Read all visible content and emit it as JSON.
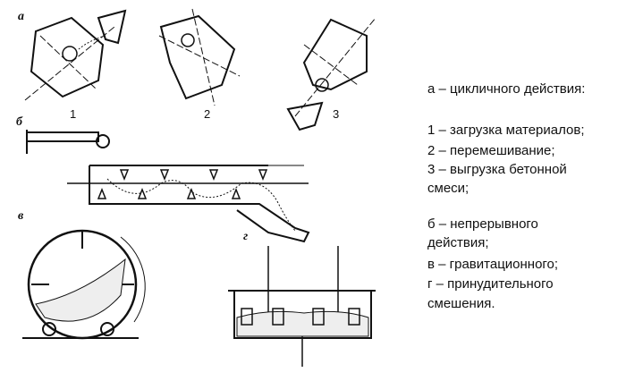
{
  "diagram_labels": {
    "a": "а",
    "b": "б",
    "v": "в",
    "g": "г",
    "n1": "1",
    "n2": "2",
    "n3": "3"
  },
  "legend": [
    "а – цикличного действия:",
    "1 – загрузка материалов;",
    "2 – перемешивание;",
    "3 – выгрузка бетонной",
    "смеси;",
    "б – непрерывного",
    "действия;",
    "в – гравитационного;",
    "г – принудительного",
    "смешения."
  ]
}
